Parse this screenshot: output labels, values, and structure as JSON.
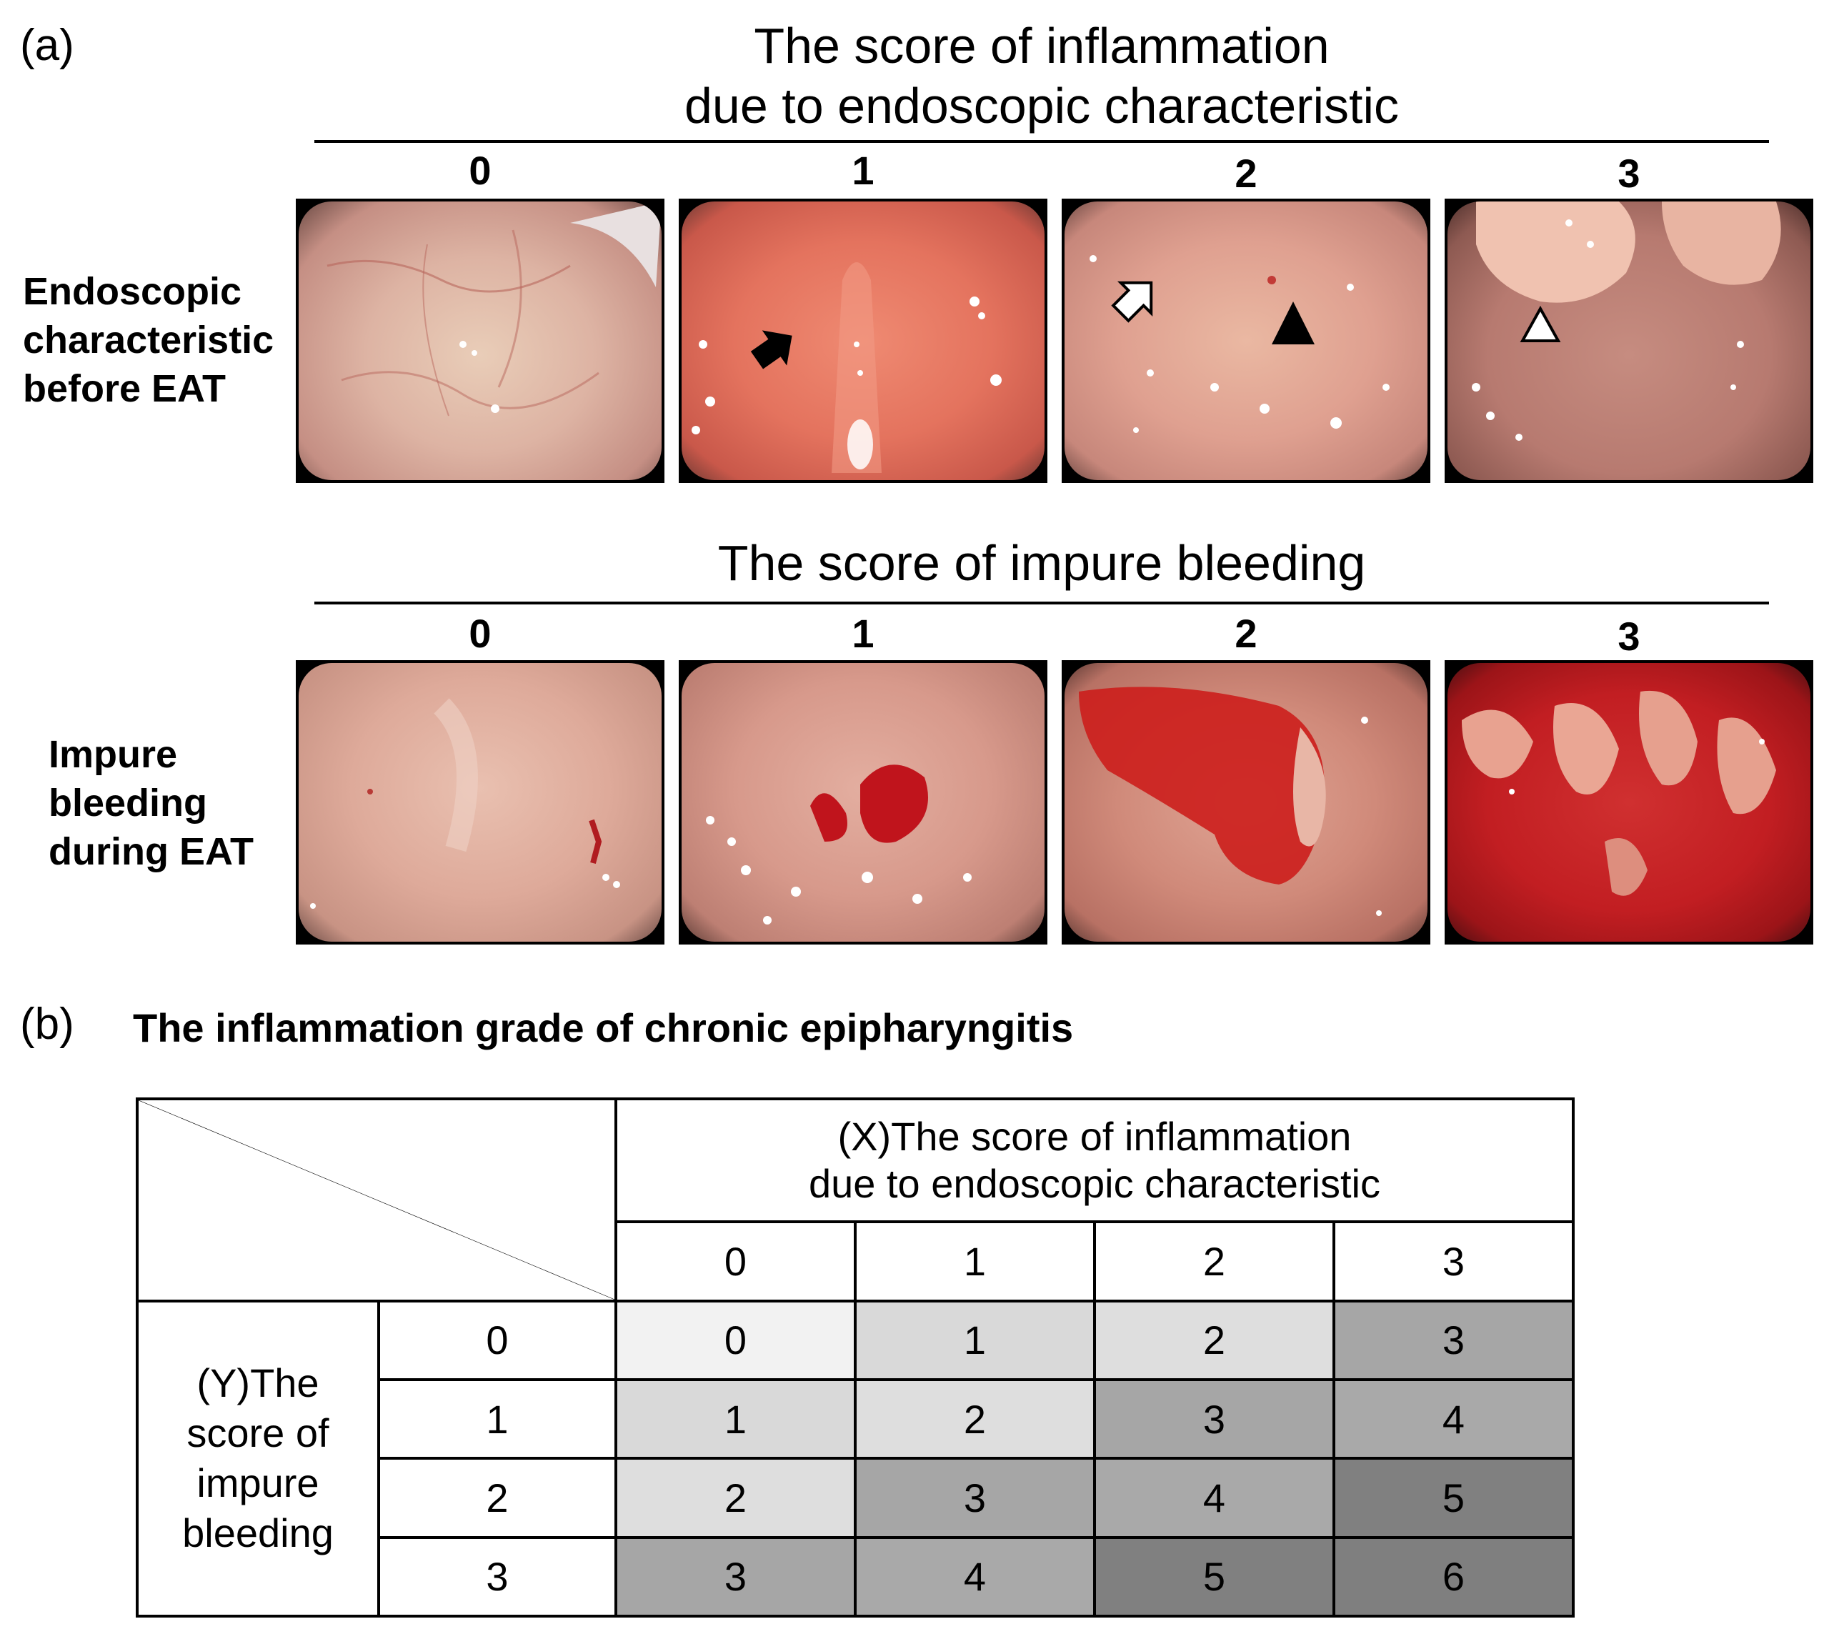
{
  "panel_a": {
    "label": "(a)",
    "inflammation": {
      "title_line1": "The score of inflammation",
      "title_line2": "due to endoscopic characteristic",
      "scores": [
        "0",
        "1",
        "2",
        "3"
      ],
      "row_label": [
        "Endoscopic",
        "characteristic",
        "before EAT"
      ]
    },
    "bleeding": {
      "title": "The score of impure bleeding",
      "scores": [
        "0",
        "1",
        "2",
        "3"
      ],
      "row_label": [
        "Impure",
        "bleeding",
        "during EAT"
      ]
    }
  },
  "panel_b": {
    "label": "(b)",
    "title": "The inflammation grade of chronic epipharyngitis",
    "x_header_line1": "(X)The score of inflammation",
    "x_header_line2": "due to endoscopic characteristic",
    "x_scores": [
      "0",
      "1",
      "2",
      "3"
    ],
    "y_header": [
      "(Y)The",
      "score of",
      "impure",
      "bleeding"
    ],
    "y_scores": [
      "0",
      "1",
      "2",
      "3"
    ],
    "grades": [
      [
        "0",
        "1",
        "2",
        "3"
      ],
      [
        "1",
        "2",
        "3",
        "4"
      ],
      [
        "2",
        "3",
        "4",
        "5"
      ],
      [
        "3",
        "4",
        "5",
        "6"
      ]
    ],
    "grade_colors": {
      "0": "#f2f2f2",
      "1": "#d9d9d9",
      "2": "#dedede",
      "3": "#a6a6a6",
      "4": "#a9a9a9",
      "5": "#808080",
      "6": "#7f7f7f"
    }
  },
  "colors": {
    "mucosa_pink": "#d99a8c",
    "mucosa_red": "#e46e58",
    "blood": "#c8141e"
  }
}
